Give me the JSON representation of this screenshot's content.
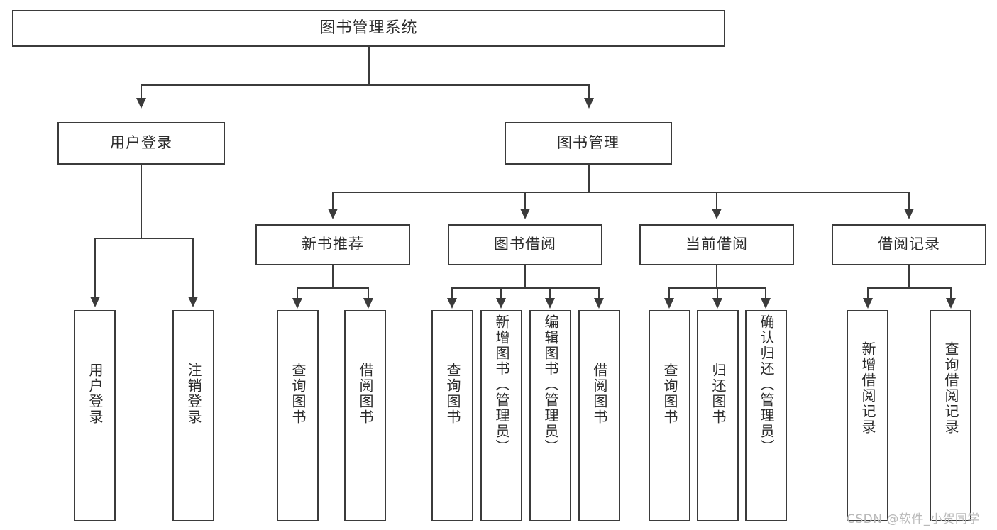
{
  "diagram": {
    "title": "图书管理系统",
    "type": "hierarchy-tree",
    "root": {
      "label": "图书管理系统"
    },
    "level2": [
      {
        "label": "用户登录"
      },
      {
        "label": "图书管理"
      }
    ],
    "level3": [
      {
        "label": "新书推荐"
      },
      {
        "label": "图书借阅"
      },
      {
        "label": "当前借阅"
      },
      {
        "label": "借阅记录"
      }
    ],
    "leaves": {
      "user_login": [
        {
          "label": "用户登录"
        },
        {
          "label": "注销登录"
        }
      ],
      "new_book_recommend": [
        {
          "label": "查询图书"
        },
        {
          "label": "借阅图书"
        }
      ],
      "book_borrow": [
        {
          "label": "查询图书"
        },
        {
          "label": "新增图书（管理员）"
        },
        {
          "label": "编辑图书（管理员）"
        },
        {
          "label": "借阅图书"
        }
      ],
      "current_borrow": [
        {
          "label": "查询图书"
        },
        {
          "label": "归还图书"
        },
        {
          "label": "确认归还（管理员）"
        }
      ],
      "borrow_record": [
        {
          "label": "新增借阅记录"
        },
        {
          "label": "查询借阅记录"
        }
      ]
    }
  },
  "watermark": {
    "text": "CSDN @软件_小贺同学"
  },
  "colors": {
    "stroke": "#3b3b3b",
    "text": "#2b2b2b",
    "background": "#ffffff",
    "watermark": "#b9b9b9"
  }
}
